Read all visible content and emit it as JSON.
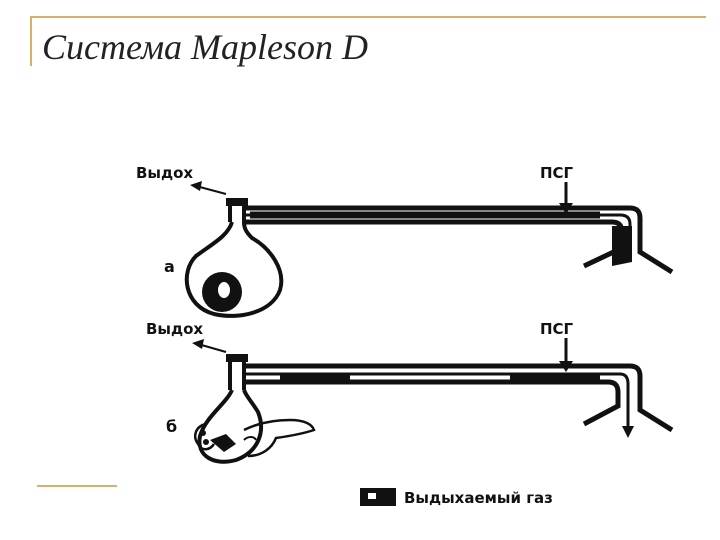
{
  "slide": {
    "title": "Система Mapleson D"
  },
  "diagram": {
    "panel_a": {
      "marker": "а",
      "exhale_label": "Выдох",
      "fgf_label": "ПСГ"
    },
    "panel_b": {
      "marker": "б",
      "exhale_label": "Выдох",
      "fgf_label": "ПСГ"
    },
    "legend": {
      "label": "Выдыхаемый газ"
    }
  },
  "colors": {
    "accent_line": "#d4b06a",
    "ink": "#111111"
  }
}
